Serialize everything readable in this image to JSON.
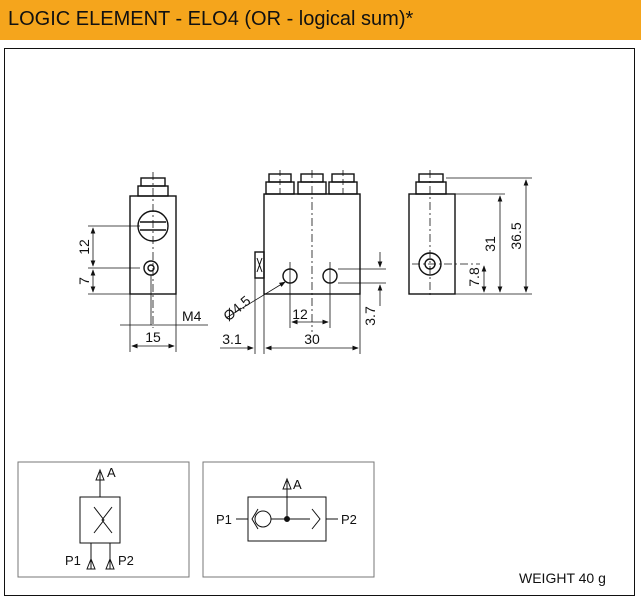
{
  "header": {
    "title": "LOGIC ELEMENT - ELO4 (OR - logical sum)*",
    "bar_color": "#f5a51c"
  },
  "drawing": {
    "front": {
      "dim_12": "12",
      "dim_7": "7",
      "dim_15": "15",
      "dim_thread": "M4"
    },
    "middle": {
      "dim_diam": "Ø4.5",
      "dim_12": "12",
      "dim_30": "30",
      "dim_3_1": "3.1",
      "dim_3_7": "3.7"
    },
    "side": {
      "dim_36_5": "36.5",
      "dim_31": "31",
      "dim_7_8": "7.8"
    }
  },
  "symbols": {
    "left": {
      "out": "A",
      "in1": "P1",
      "in2": "P2"
    },
    "right": {
      "out": "A",
      "in1": "P1",
      "in2": "P2"
    }
  },
  "footer": {
    "weight": "WEIGHT 40 g"
  }
}
